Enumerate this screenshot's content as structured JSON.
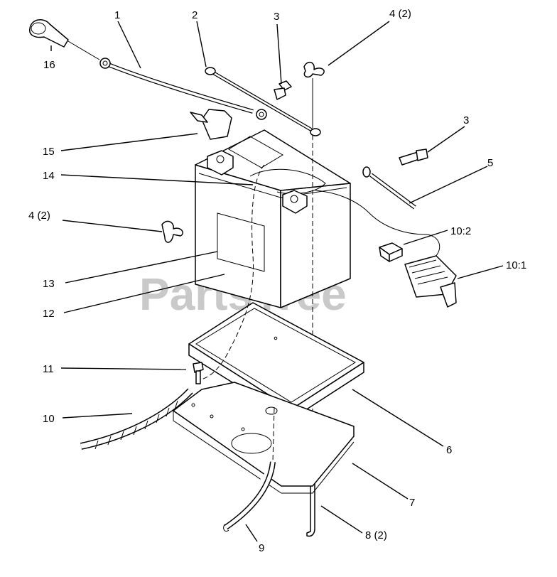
{
  "watermark": "PartsTree",
  "callouts": {
    "c1": "1",
    "c2": "2",
    "c3a": "3",
    "c4a": "4 (2)",
    "c16": "16",
    "c3b": "3",
    "c15": "15",
    "c5": "5",
    "c14": "14",
    "c4b": "4 (2)",
    "c10_2": "10:2",
    "c10_1": "10:1",
    "c13": "13",
    "c12": "12",
    "c11": "11",
    "c10": "10",
    "c6": "6",
    "c7": "7",
    "c8": "8 (2)",
    "c9": "9"
  }
}
